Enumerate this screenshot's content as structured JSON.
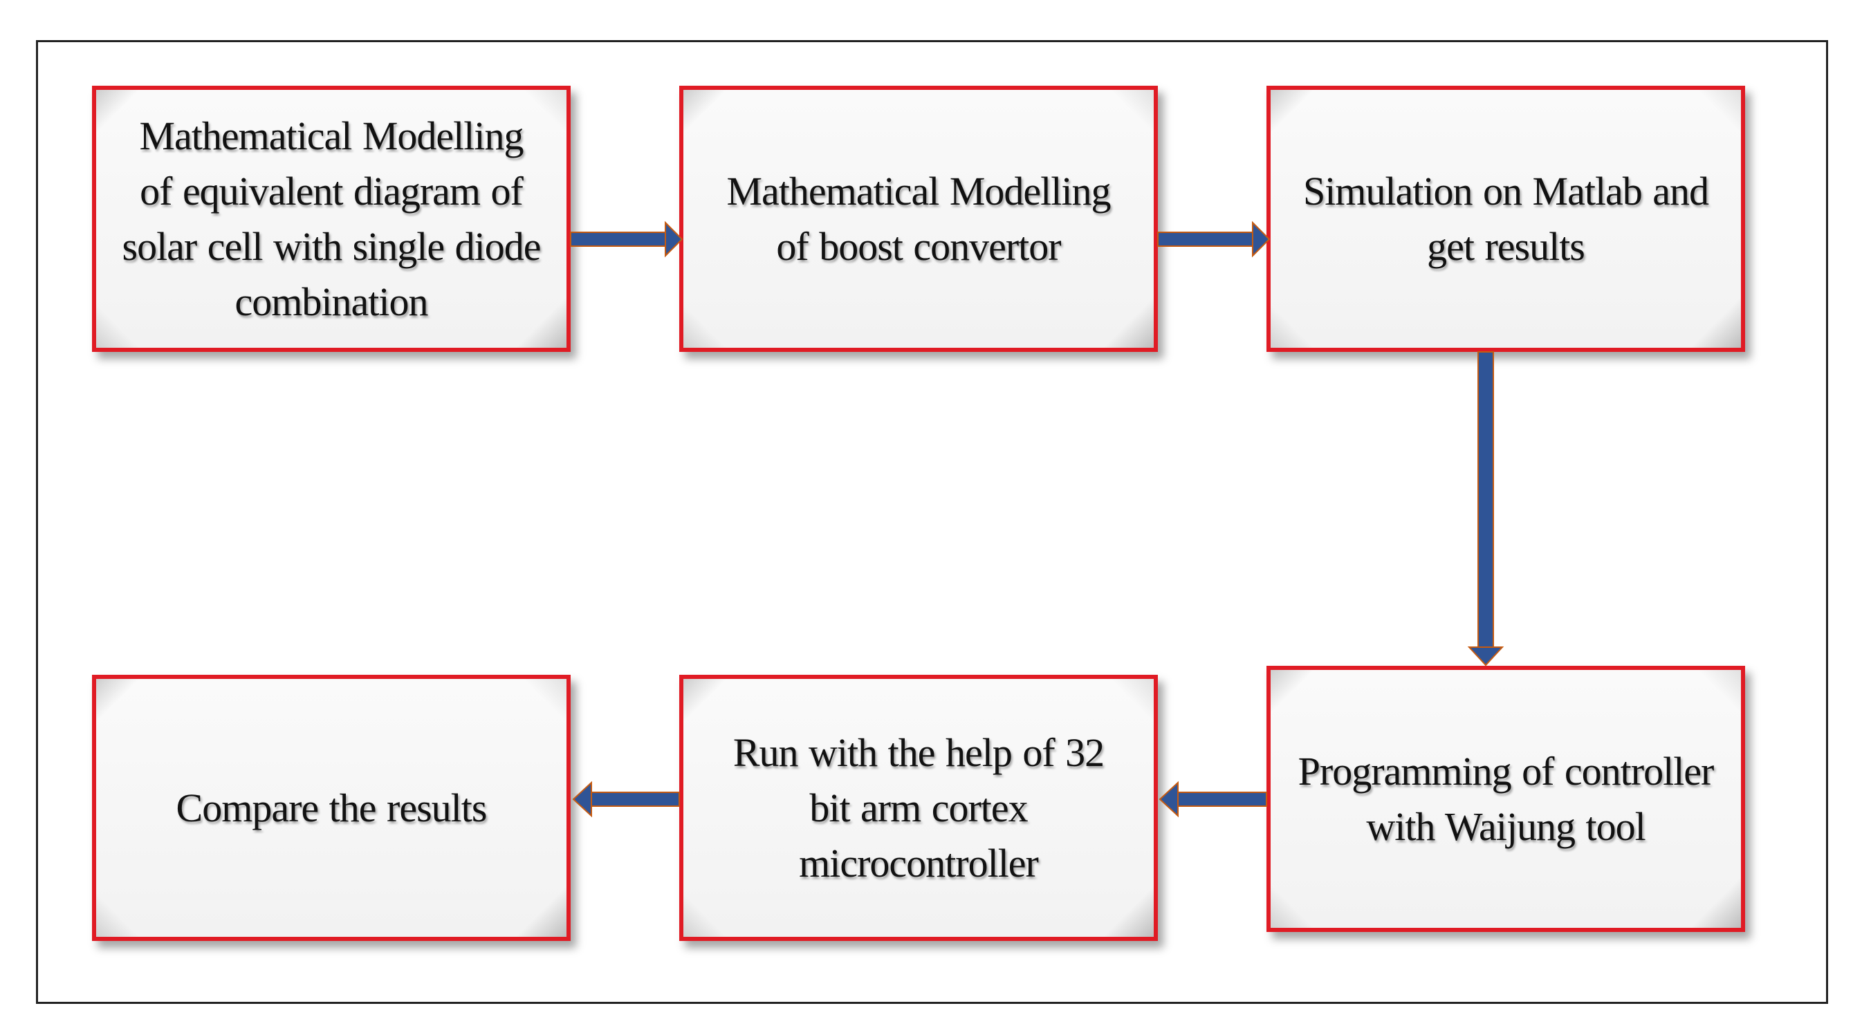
{
  "colors": {
    "box_border": "#e01b24",
    "arrow_fill": "#2f5496",
    "arrow_outline": "#c55a11",
    "frame_border": "#222222"
  },
  "steps": [
    {
      "label": "Mathematical  Modelling of  equivalent diagram of solar cell with single diode combination"
    },
    {
      "label": "Mathematical  Modelling of boost convertor"
    },
    {
      "label": "Simulation on Matlab and get results"
    },
    {
      "label": "Programming of controller with Waijung tool"
    },
    {
      "label": "Run with the help of 32 bit arm cortex microcontroller"
    },
    {
      "label": "Compare the results"
    }
  ],
  "flow": [
    "1 → 2",
    "2 → 3",
    "3 → 4",
    "4 → 5",
    "5 → 6"
  ]
}
